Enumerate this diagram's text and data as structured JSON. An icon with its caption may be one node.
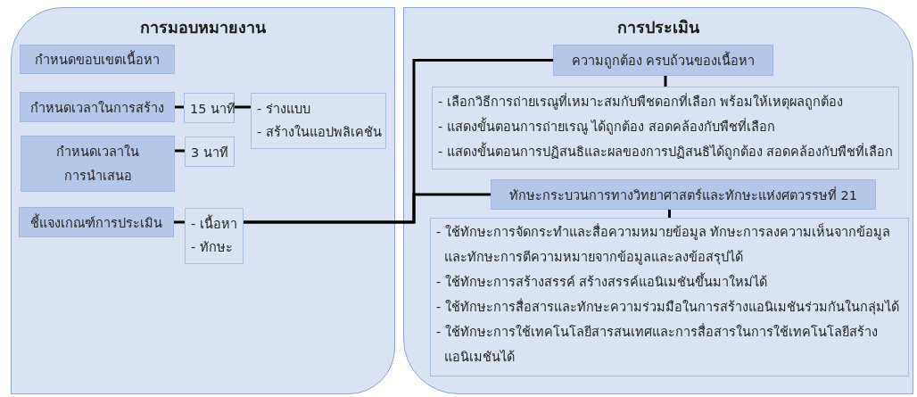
{
  "diagram": {
    "nodes": [
      {
        "text": [
          "การมอบหมายงาน"
        ]
      },
      {
        "text": [
          "กำหนดขอบเขตเนื้อหา"
        ],
        "in": 0
      },
      {
        "text": [
          "กำหนดเวลาในการสร้าง"
        ],
        "in": 0
      },
      {
        "text": [
          "15 นาที"
        ],
        "in": 0
      },
      {
        "text": [
          "- ร่างแบบ",
          "- สร้างในแอปพลิเคชัน"
        ],
        "in": 0
      },
      {
        "text": [
          "กำหนดเวลาในการนำเสนอ"
        ],
        "in": 0
      },
      {
        "text": [
          "3 นาที"
        ],
        "in": 0
      },
      {
        "text": [
          "ชี้แจงเกณฑ์การประเมิน"
        ],
        "in": 0
      },
      {
        "text": [
          "- เนื้อหา",
          "- ทักษะ"
        ],
        "in": 0
      },
      {
        "text": [
          "การประเมิน"
        ]
      },
      {
        "text": [
          "ความถูกต้อง ครบถ้วนของเนื้อหา"
        ],
        "in": 9
      },
      {
        "text": [
          "- เลือกวิธีการถ่ายเรณูที่เหมาะสมกับพืชดอกที่เลือก พร้อมให้เหตุผลถูกต้อง",
          "- แสดงขั้นตอนการถ่ายเรณู ได้ถูกต้อง สอดคล้องกับพืชที่เลือก",
          "- แสดงขั้นตอนการปฏิสนธิและผลของการปฏิสนธิได้ถูกต้อง สอดคล้องกับพืชที่เลือก"
        ],
        "in": 9
      },
      {
        "text": [
          "ทักษะกระบวนการทางวิทยาศาสตร์และทักษะแห่งศตวรรษที่ 21"
        ],
        "in": 9
      },
      {
        "text": [
          "- ใช้ทักษะการจัดกระทำและสื่อความหมายข้อมูล ทักษะการลงความเห็นจากข้อมูลและทักษะการตีความหมายจากข้อมูลและลงข้อสรุปได้",
          "- ใช้ทักษะการสร้างสรรค์ สร้างสรรค์แอนิเมชันขึ้นมาใหม่ได้",
          "- ใช้ทักษะการสื่อสารและทักษะความร่วมมือในการสร้างแอนิเมชันร่วมกันในกลุ่มได้",
          "- ใช้ทักษะการใช้เทคโนโลยีสารสนเทศและการสื่อสารในการใช้เทคโนโลยีสร้างแอนิเมชันได้"
        ],
        "in": 9
      }
    ],
    "edges": [
      {
        "from": 2,
        "to": 3,
        "arrow": "none"
      },
      {
        "from": 3,
        "to": 4,
        "arrow": "none"
      },
      {
        "from": 5,
        "to": 6,
        "arrow": "none"
      },
      {
        "from": 7,
        "to": 8,
        "arrow": "none"
      },
      {
        "from": 8,
        "to": 10,
        "arrow": "none"
      },
      {
        "from": 8,
        "to": 12,
        "arrow": "none"
      },
      {
        "from": 10,
        "to": 11,
        "arrow": "none"
      },
      {
        "from": 12,
        "to": 13,
        "arrow": "none"
      }
    ]
  }
}
